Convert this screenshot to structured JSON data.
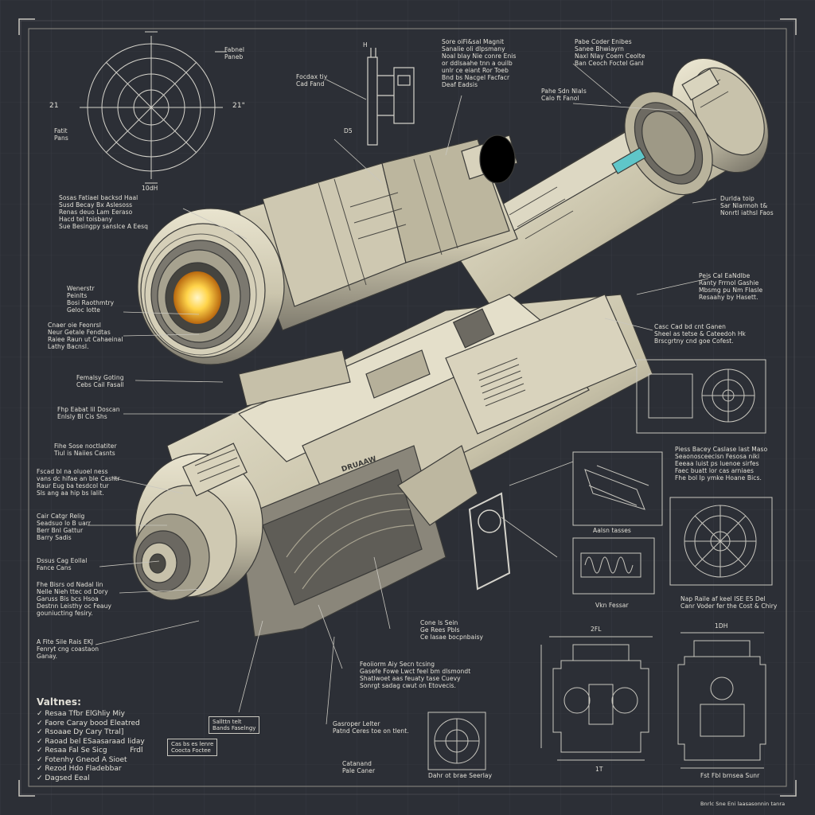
{
  "colors": {
    "background": "#2c2f36",
    "line": "#c9c7bf",
    "metal_light": "#dcd8c6",
    "metal_mid": "#bdb7a1",
    "metal_dark": "#6c6a64",
    "glow_core": "#ffe07a",
    "glow_outer": "#d98a1c",
    "accent_cyan": "#5fc6c9"
  },
  "icons": [
    "reticle-icon",
    "checkmark-icon",
    "gear-icon"
  ],
  "labels": {
    "reticle_top": "Fabnel\nPaneb",
    "reticle_left": "21",
    "reticle_right": "21\"",
    "reticle_bottom": "10dH",
    "reticle_side": "Fatit\nPans",
    "bracket_top": "H",
    "callout_focal": "Focdax tiy\nCad Fand",
    "callout_top_mid": "Sore oiFi&sal Magnit\nSanalie oli dlpsmany\nNoal blay Nie conre Enis\nor ddlsaahe tnn a ouilb\nunlr ce eiant Ror Toeb\nBnd bs Nacgel Facfacr\nDeaf Eadsis",
    "callout_top_right": "Pabe Coder Enibes\nSanee Bhwiayrn\nNaxl Nlay Coem Ceolte\nBan Ceoch Foctel Ganl",
    "callout_rear_right": "Pahe Sdn Nlals\nCalo ft Fanol",
    "label_side_d": "D5",
    "callout_left_1": "Sosas Fatiael backsd Haal\nSusd Becay Bx Aslesoss\nRenas deuo Lam Eeraso\nHacd tel toisbany\nSue Besingpy sanslce A Eesq",
    "callout_right_1": "Durlda toip\nSar Nlarmoh t&\nNonrtl iathsl Faos",
    "callout_left_2": "Wenerstr\nPeinlts\nBosi Raothmtry\nGeloc Iotte",
    "callout_left_3": "Cnaer oie Feonrsl\nNeur Getale Fendtas\nRaiee Raun ut Cahaeinal\nLathy Bacnsl.",
    "callout_right_2": "Peis Cal EaNdlbe\nRanty Frrnol Gashie\nMbsmg pu Nm Flasle\nResaahy by Hasett.",
    "callout_left_4": "Femalsy Goting\nCebs Cail Fasall",
    "callout_right_3": "Casc Cad bd cnt Ganen\nSheel as tetse & Cateedoh Hk\nBrscgrtny cnd goe Cofest.",
    "callout_left_5": "Fhp Eabat lil Doscan\nEnlsly Bl Cis Shs",
    "callout_left_6": "Fihe Sose noctlatiter\nTiul is Naiies Casnts",
    "callout_left_7": "Fscad bl na oluoel ness\nvans dc hifae an ble Caslitr\nRaur Eug ba tesdcol tur\nSls ang aa hip bs lalit.",
    "callout_left_8": "Cair Catgr Relig\nSeadsuo lo B uarr\nBerr Bnl Gattur\nBarry Sadis",
    "callout_left_9": "Dssus Cag Eollal\nFance Cans",
    "callout_left_10": "Fhe Bisrs od Nadal lin\nNelle Nieh ttec od Dory\nGaruss Bis bcs Hsoa\nDestnn Leisthy oc Feauy\ngouniucting fesiry.",
    "callout_left_11": "A Fite Sile Rais EKJ\nFenryt cng coastaon\nGanay.",
    "callout_right_4": "Piess Bacey Caslase last Maso\nSeaonosceecisn Fesosa niki\nEeeaa luist ps luenoe sirfes\nFaec buatt lor cas arniaes\nFhe bol Ip ymke Hoane Bics.",
    "callout_right_5": "Nap Raile af keel ISE ES Del\nCanr Voder fer the Cost & Chiry",
    "callout_bottom_1": "Cone ls Sein\nGe Rees Pbls\nCe lasae bocpnbaisy",
    "callout_bottom_2": "Feoiiorm Aiy Secn tcsing\nGasefe Fowe Lwct feel bm dlsmondt\nShatlwoet aas feuaty tase Cuevy\nSonrgt sadag cwut on Etovecis.",
    "callout_bottom_3": "Gasroper Lelter\nPatnd Ceres toe on tlent.",
    "callout_bottom_4": "Catanand\nPale Caner",
    "barrel_engraving": "DRUAAW",
    "detail_label_1": "Aalsn tasses",
    "detail_label_2": "Vkn Fessar",
    "detail_label_3": "Dahr ot brae Seerlay",
    "dim_1": "2FL",
    "dim_2": "1DH",
    "dim_3": "1T",
    "dim_4": "Fst Fbl brnsea Sunr",
    "box_label_1": "Sallttn telt\nBands Faselngy",
    "box_label_2": "Cas bs es lenre\nCoocta Foctee",
    "footer": "Bnrlc Sne Eni laasasonnin tanra"
  },
  "legend": {
    "title": "Valtnes:",
    "items": [
      "Resaa Tfbr ElGhliy Miy",
      "Faore Caray bood Eleatred",
      "Rsoaae Dy Cary Ttral]",
      "Raoad bel ESaasaraad liday",
      "Resaa Fal Se Sicg          Frdl",
      "Fotenhy Gneod A Sioet",
      "Rezod Hdo Fladebbar",
      "Dagsed Eeal"
    ]
  }
}
